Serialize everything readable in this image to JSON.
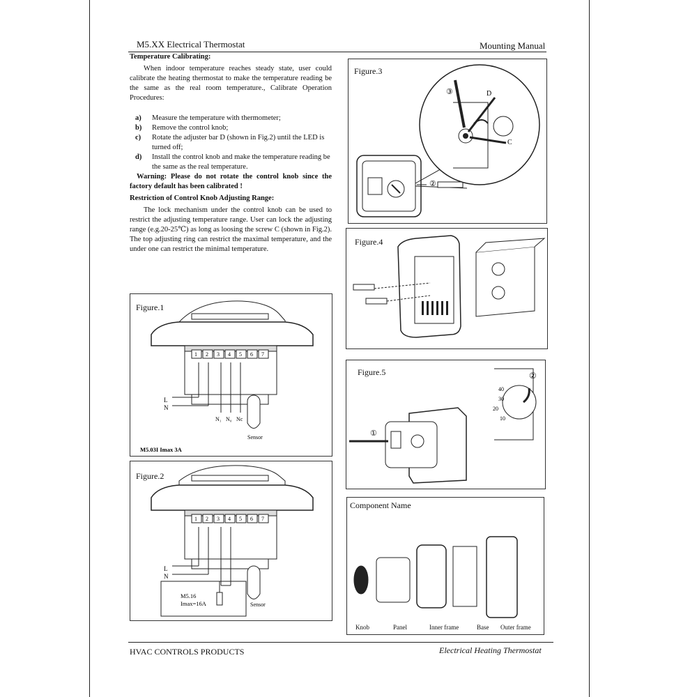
{
  "header": {
    "left": "M5.XX Electrical Thermostat",
    "right": "Mounting Manual"
  },
  "calibrate": {
    "title": "Temperature Calibrating:",
    "intro": "When indoor temperature reaches steady state, user could calibrate the heating thermostat to make the temperature reading be the same as the real room temperature., Calibrate Operation Procedures:",
    "steps": [
      {
        "key": "a)",
        "text": "Measure the temperature with thermometer;"
      },
      {
        "key": "b)",
        "text": "Remove the control knob;"
      },
      {
        "key": "c)",
        "text": "Rotate the adjuster bar D (shown in Fig.2) until the LED is turned off;"
      },
      {
        "key": "d)",
        "text": "Install the control knob and make the temperature reading be the same as the real temperature."
      }
    ],
    "warning": "Warning: Please do not rotate the control knob since the factory default has been calibrated !"
  },
  "restriction": {
    "title": "Restriction of Control Knob Adjusting Range:",
    "text": "The lock mechanism under the control knob can be used to restrict the adjusting temperature range. User can lock the adjusting range (e.g.20-25℃) as long as loosing the screw C (shown in Fig.2). The top adjusting ring can restrict the maximal temperature, and the under one can restrict the minimal temperature."
  },
  "fig1": {
    "label": "Figure.1",
    "terminals": [
      "1",
      "2",
      "3",
      "4",
      "5",
      "6",
      "7"
    ],
    "l": "L",
    "n": "N",
    "n1": "N₁",
    "n0": "N₀",
    "nc": "Nc",
    "sensor": "Sensor",
    "caption": "M5.03I   Imax 3A"
  },
  "fig2": {
    "label": "Figure.2",
    "terminals": [
      "1",
      "2",
      "3",
      "4",
      "5",
      "6",
      "7"
    ],
    "l": "L",
    "n": "N",
    "model": "M5.16",
    "imax": "Imax=16A",
    "sensor": "Sensor"
  },
  "fig3": {
    "label": "Figure.3",
    "d": "D",
    "c": "C",
    "step3": "③",
    "step2": "②"
  },
  "fig4": {
    "label": "Figure.4"
  },
  "fig5": {
    "label": "Figure.5",
    "step1": "①",
    "step2": "②",
    "scale": [
      "40",
      "30",
      "20",
      "10"
    ]
  },
  "components": {
    "title": "Component  Name",
    "names": [
      "Knob",
      "Panel",
      "Inner frame",
      "Base",
      "Outer frame"
    ]
  },
  "footer": {
    "left": "HVAC CONTROLS PRODUCTS",
    "right": "Electrical Heating Thermostat"
  }
}
